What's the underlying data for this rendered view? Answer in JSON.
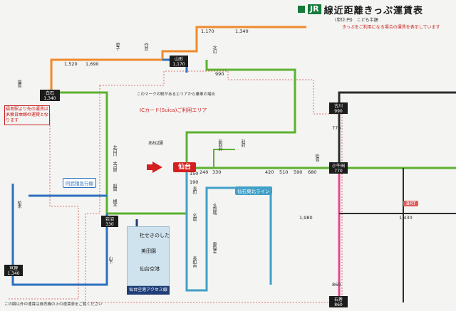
{
  "header": {
    "brand": "JR",
    "title": "線近距離きっぷ運賃表",
    "subtitle": "(単位:円)　こども半額",
    "note": "きっぷをご利用になる場合の運賃を表示しています"
  },
  "stations": {
    "sendai": "仙台",
    "aoba_dori": "あおば通",
    "nagamachi": "長町",
    "iwanuma": "岩沼",
    "natori": "名取",
    "shiroishi": "白石",
    "tagajo": "多賀城",
    "kogota": "小牛田",
    "furukawa": "古川",
    "higashi_shiogama": "東塩釜",
    "matsushima": "松島",
    "rifu": "利府",
    "shin_rifu": "新利府",
    "kitayama": "北山",
    "yamagata": "山形",
    "sendai_airport": "仙台空港",
    "mitazono": "美田園",
    "natorigawa": "杜せきのした",
    "nagaokaishi": "長町南",
    "ishinomaki": "石巻",
    "yamashita": "山下",
    "watari": "亘理",
    "ogawara": "大河原",
    "funaoka": "船岡",
    "tsukinoki": "槻木",
    "kashiwagi": "柏木",
    "ichikawa": "北白川",
    "sakunami": "作並",
    "ayashi": "愛子",
    "fukushima": "福島"
  },
  "labels": {
    "ic_area": "ICカード(Suica)ご利用エリア",
    "ic_mark": "このマークの駅があるエリアから乗車の場合",
    "senseki_tohoku_line": "仙石東北ライン",
    "abukuma_line": "阿武隈急行線",
    "airport_access": "仙台空港アクセス線",
    "brt": "BRT",
    "fukushima_note": "福島駅より先の運賃はJR東日本線の運賃となります",
    "footnote": "この図以外の運賃は券売機の上の運賃表をご覧ください"
  },
  "fares": {
    "base": "150",
    "f190": "190",
    "f240": "240",
    "f330": "330",
    "f420": "420",
    "f510": "510",
    "f590": "590",
    "f680": "680",
    "f770": "770",
    "f860": "860",
    "f990": "990",
    "f1170": "1,170",
    "f1340": "1,340",
    "f1520": "1,520",
    "f1690": "1,690",
    "f1980": "1,980",
    "f1430": "1,430"
  },
  "colors": {
    "tohoku_line": "#5cb130",
    "senzan_line": "#f08a2c",
    "senseki_line": "#40a0c8",
    "airport_line": "#1f3e78",
    "ishinomaki_line": "#e64890",
    "rikuu_line": "#2c2c2c",
    "accent_red": "#d42020",
    "jr_green": "#157a3a",
    "board_bg": "#f4f4f2"
  }
}
